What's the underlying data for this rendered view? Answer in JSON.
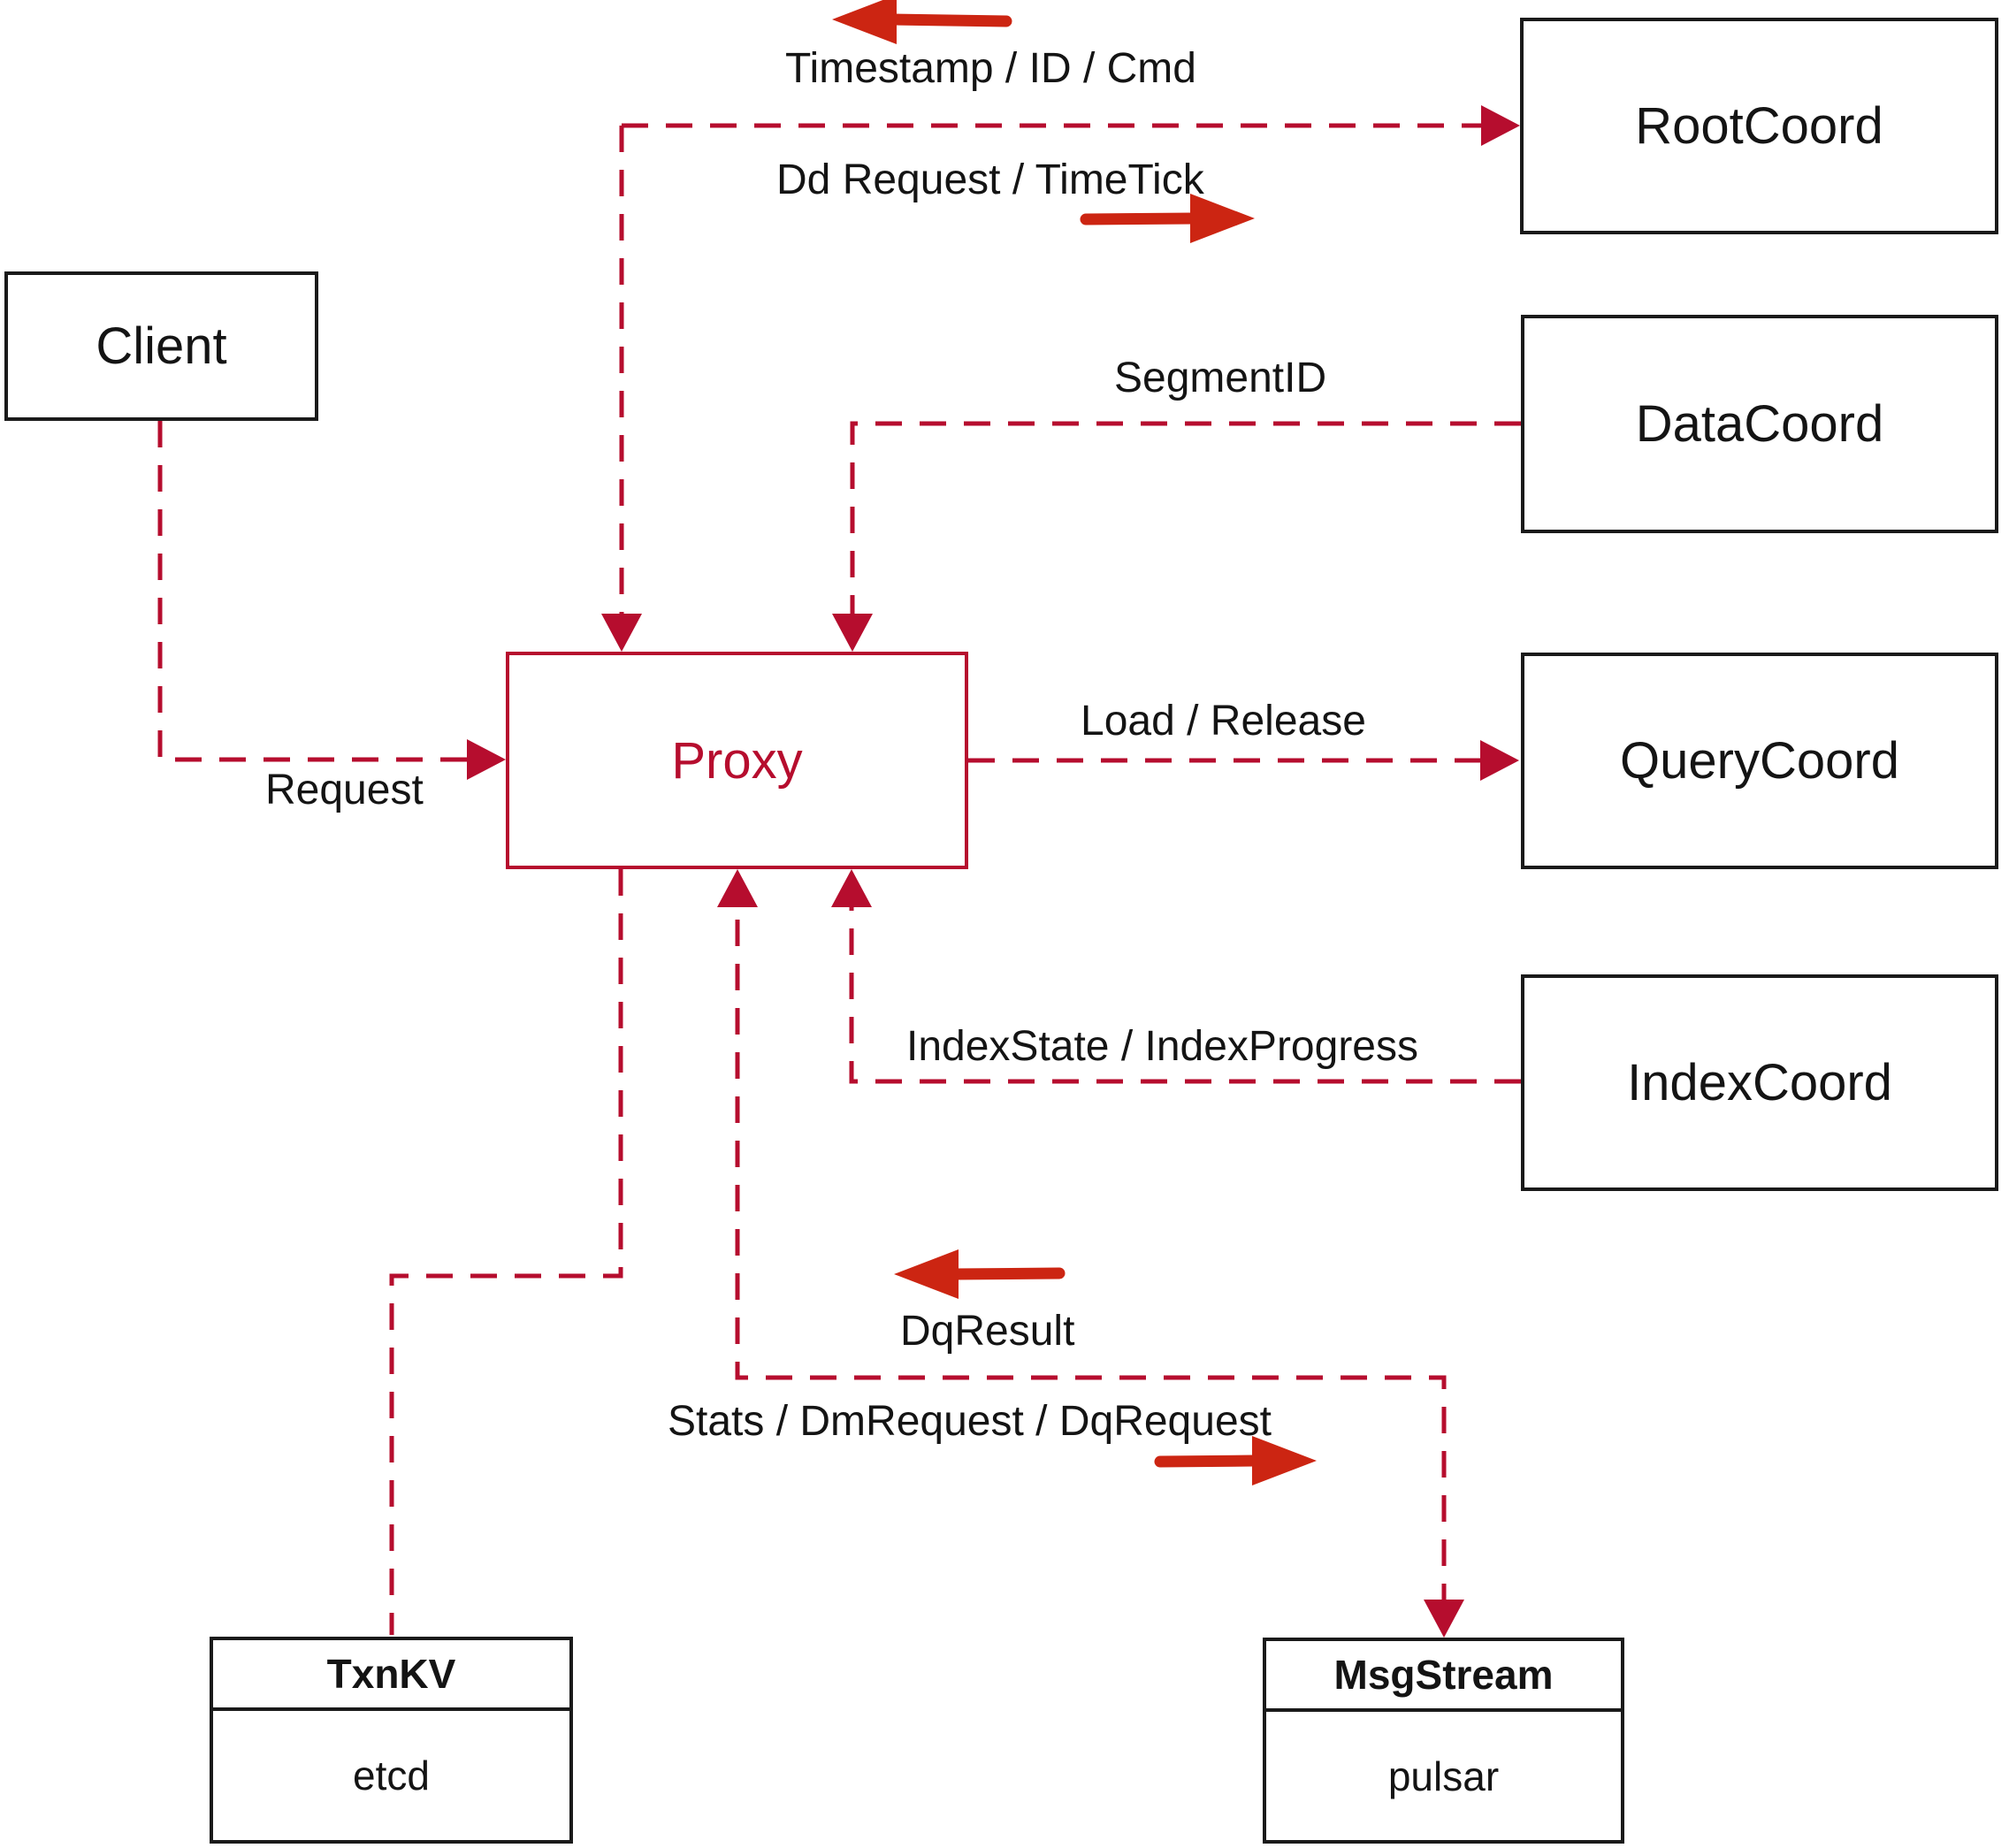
{
  "nodes": {
    "client": {
      "label": "Client"
    },
    "proxy": {
      "label": "Proxy"
    },
    "rootcoord": {
      "label": "RootCoord"
    },
    "datacoord": {
      "label": "DataCoord"
    },
    "querycoord": {
      "label": "QueryCoord"
    },
    "indexcoord": {
      "label": "IndexCoord"
    },
    "txnkv": {
      "title": "TxnKV",
      "sublabel": "etcd"
    },
    "msgstream": {
      "title": "MsgStream",
      "sublabel": "pulsar"
    }
  },
  "edge_labels": {
    "root_response": "Timestamp / ID / Cmd",
    "root_request": "Dd Request / TimeTick",
    "segment_id": "SegmentID",
    "load_release": "Load / Release",
    "index_state": "IndexState / IndexProgress",
    "dq_result": "DqResult",
    "stats": "Stats / DmRequest / DqRequest",
    "request": "Request"
  },
  "colors": {
    "dashed_line": "#b60d2e",
    "solid_arrow": "#cc2512",
    "box_border": "#1a1a1a",
    "proxy_accent": "#b60d2e",
    "text": "#141414",
    "background": "#ffffff"
  }
}
